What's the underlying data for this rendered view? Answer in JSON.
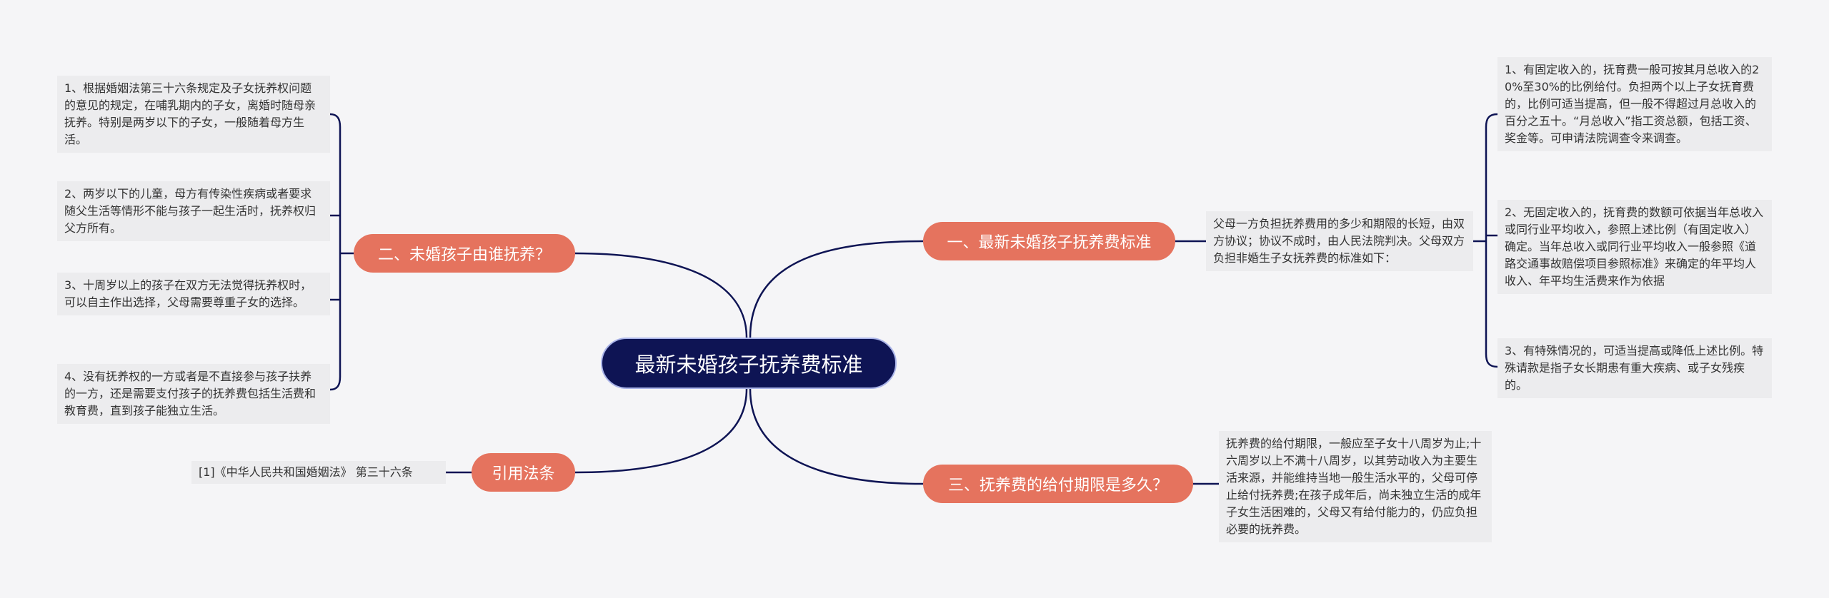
{
  "root": {
    "title": "最新未婚孩子抚养费标准"
  },
  "branches": {
    "b1": {
      "label": "一、最新未婚孩子抚养费标准"
    },
    "b2": {
      "label": "二、未婚孩子由谁抚养？"
    },
    "b3": {
      "label": "三、抚养费的给付期限是多久？"
    },
    "b4": {
      "label": "引用法条"
    }
  },
  "leaves": {
    "b1_intro": "父母一方负担抚养费用的多少和期限的长短，由双方协议；协议不成时，由人民法院判决。父母双方负担非婚生子女抚养费的标准如下：",
    "b1_items": [
      "1、有固定收入的，抚育费一般可按其月总收入的20%至30%的比例给付。负担两个以上子女抚育费的，比例可适当提高，但一般不得超过月总收入的百分之五十。“月总收入”指工资总额，包括工资、奖金等。可申请法院调查令来调查。",
      "2、无固定收入的，抚育费的数额可依据当年总收入或同行业平均收入，参照上述比例（有固定收入）确定。当年总收入或同行业平均收入一般参照《道路交通事故赔偿项目参照标准》来确定的年平均人收入、年平均生活费来作为依据",
      "3、有特殊情况的，可适当提高或降低上述比例。特殊请款是指子女长期患有重大疾病、或子女残疾的。"
    ],
    "b2_items": [
      "1、根据婚姻法第三十六条规定及子女抚养权问题的意见的规定，在哺乳期内的子女，离婚时随母亲抚养。特别是两岁以下的子女，一般随着母方生活。",
      "2、两岁以下的儿童，母方有传染性疾病或者要求随父生活等情形不能与孩子一起生活时，抚养权归父方所有。",
      "3、十周岁以上的孩子在双方无法觉得抚养权时，可以自主作出选择，父母需要尊重子女的选择。",
      "4、没有抚养权的一方或者是不直接参与孩子扶养的一方，还是需要支付孩子的抚养费包括生活费和教育费，直到孩子能独立生活。"
    ],
    "b3_text": "抚养费的给付期限，一般应至子女十八周岁为止;十六周岁以上不满十八周岁，以其劳动收入为主要生活来源，并能维持当地一般生活水平的，父母可停止给付抚养费;在孩子成年后，尚未独立生活的成年子女生活困难的，父母又有给付能力的，仍应负担必要的抚养费。",
    "b4_text": "[1]《中华人民共和国婚姻法》 第三十六条"
  },
  "colors": {
    "root_fill": "#0e1454",
    "branch_fill": "#e5735e",
    "leaf_fill": "#ececee",
    "connector": "#0e1454"
  }
}
